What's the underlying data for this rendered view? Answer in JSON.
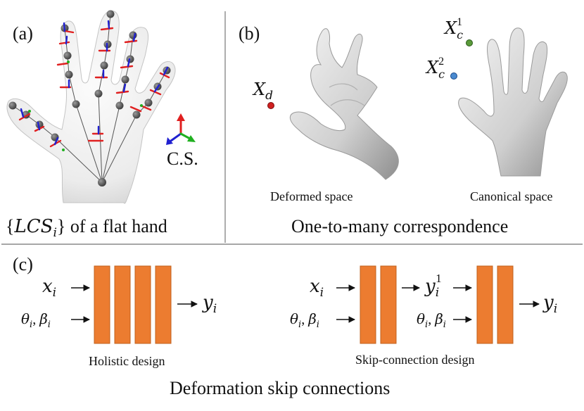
{
  "panel_a": {
    "label": "(a)",
    "cs_label": "C.S.",
    "caption": {
      "lead": "{",
      "symbol": "LCS",
      "subscript": "i",
      "close": "}",
      "text": " of a flat hand"
    }
  },
  "panel_b": {
    "label": "(b)",
    "point_deformed": {
      "base": "X",
      "sub": "d"
    },
    "point_canonical_1": {
      "base": "X",
      "sub": "c",
      "sup": "1"
    },
    "point_canonical_2": {
      "base": "X",
      "sub": "c",
      "sup": "2"
    },
    "deformed_caption": "Deformed space",
    "canonical_caption": "Canonical space",
    "caption": "One-to-many correspondence"
  },
  "panel_c": {
    "label": "(c)",
    "holistic": {
      "input_x": {
        "base": "x",
        "sub": "i"
      },
      "input_params": {
        "t1": "θ",
        "s1": "i",
        "sep": ", ",
        "t2": "β",
        "s2": "i"
      },
      "output_y": {
        "base": "y",
        "sub": "i"
      },
      "caption": "Holistic design"
    },
    "skip": {
      "input_x": {
        "base": "x",
        "sub": "i"
      },
      "mid_y": {
        "base": "y",
        "sub": "i",
        "sup": "1"
      },
      "input_params": {
        "t1": "θ",
        "s1": "i",
        "sep": ", ",
        "t2": "β",
        "s2": "i"
      },
      "output_y": {
        "base": "y",
        "sub": "i"
      },
      "caption": "Skip-connection design"
    },
    "caption": "Deformation skip connections"
  },
  "colors": {
    "block_fill": "#ec7c30",
    "block_stroke": "#c0601c",
    "divider": "#8a8a8a",
    "joint": "#505050",
    "axis_red": "#e02020",
    "axis_blue": "#2020d0",
    "axis_green": "#20b020",
    "point_red": "#d02020",
    "point_green": "#5a9a3a",
    "point_blue": "#4a8ad0"
  }
}
